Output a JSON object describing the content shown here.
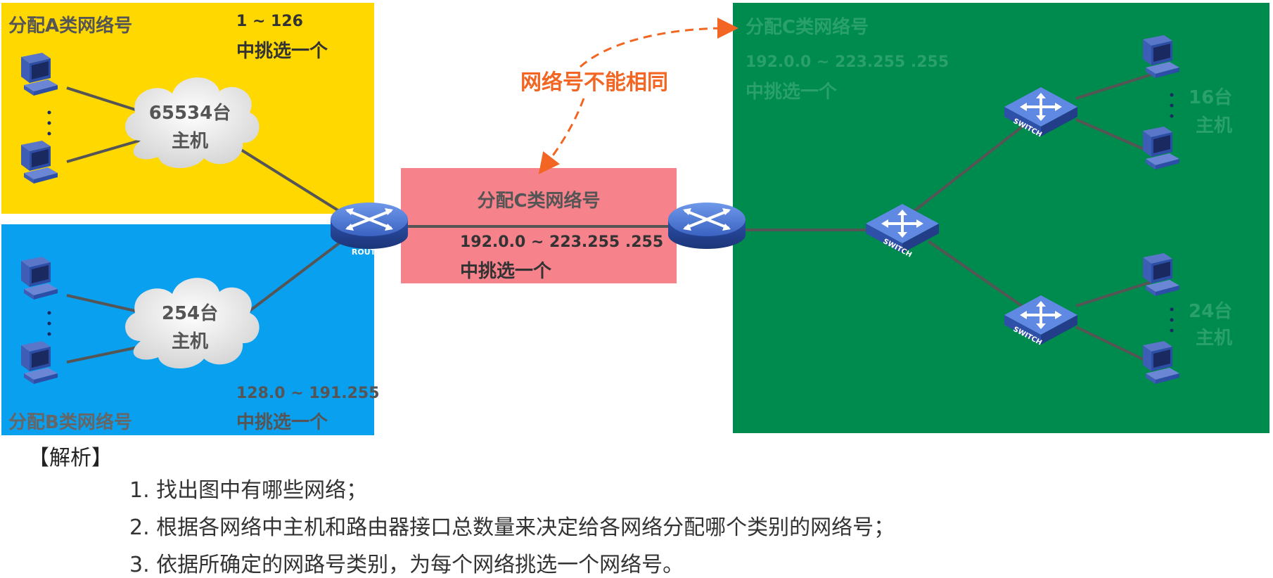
{
  "regions": {
    "a": {
      "title": "分配A类网络号",
      "range": "1 ~ 126",
      "pick": "中挑选一个",
      "cloud_line1": "65534台",
      "cloud_line2": "主机"
    },
    "b": {
      "title": "分配B类网络号",
      "range": "128.0 ~ 191.255",
      "pick": "中挑选一个",
      "cloud_line1": "254台",
      "cloud_line2": "主机"
    },
    "link": {
      "title": "分配C类网络号",
      "range": "192.0.0 ~ 223.255 .255",
      "pick": "中挑选一个"
    },
    "c": {
      "title": "分配C类网络号",
      "range": "192.0.0 ~ 223.255 .255",
      "pick": "中挑选一个",
      "hosts_top_line1": "16台",
      "hosts_top_line2": "主机",
      "hosts_bottom_line1": "24台",
      "hosts_bottom_line2": "主机"
    }
  },
  "annotation": {
    "text": "网络号不能相同",
    "color": "#F26522"
  },
  "device_labels": {
    "router": "ROUTER",
    "switch": "SWITCH"
  },
  "analysis": {
    "title": "【解析】",
    "steps": [
      "1. 找出图中有哪些网络；",
      "2. 根据各网络中主机和路由器接口总数量来决定给各网络分配哪个类别的网络号；",
      "3. 依据所确定的网路号类别，为每个网络挑选一个网络号。"
    ]
  },
  "colors": {
    "region_a": "#FFD800",
    "region_b": "#0AA0F0",
    "region_link": "#F6828C",
    "region_c": "#008B4E",
    "device_blue": "#3F6FD0",
    "link_line": "#555555"
  }
}
